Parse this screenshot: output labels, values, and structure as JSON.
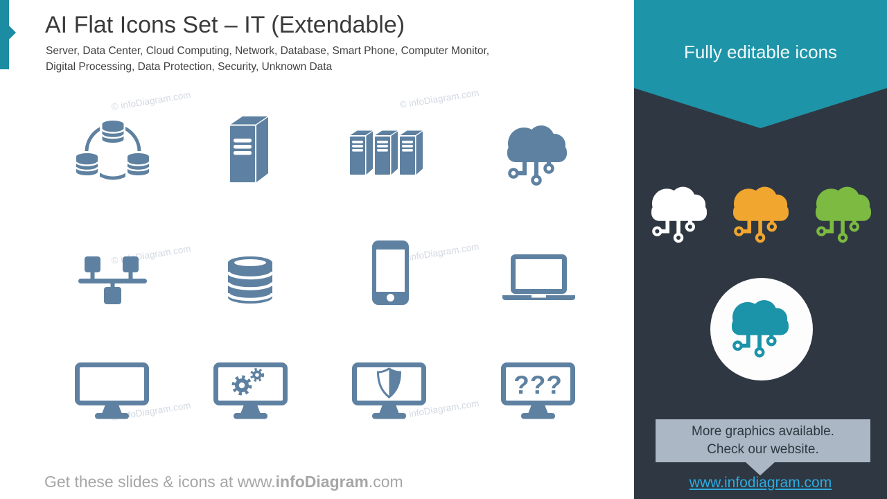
{
  "slide": {
    "title": "AI Flat Icons Set – IT (Extendable)",
    "subtitle_line1": "Server, Data Center, Cloud Computing, Network, Database, Smart Phone, Computer Monitor,",
    "subtitle_line2": "Digital Processing, Data Protection, Security, Unknown Data",
    "watermark": "© infoDiagram.com",
    "footer": {
      "prefix": "Get these slides & icons at www.",
      "brand": "infoDiagram",
      "suffix": ".com"
    }
  },
  "icon_grid": {
    "icons": [
      "database-network",
      "server-tower",
      "data-center",
      "cloud-computing",
      "network",
      "database",
      "smart-phone",
      "laptop",
      "computer-monitor",
      "digital-processing",
      "data-protection",
      "unknown-data"
    ],
    "question_marks": "???"
  },
  "sidebar": {
    "banner": "Fully editable icons",
    "clouds": [
      {
        "name": "cloud-white",
        "color": "#ffffff"
      },
      {
        "name": "cloud-orange",
        "color": "#f0a62f"
      },
      {
        "name": "cloud-green",
        "color": "#7cba41"
      }
    ],
    "featured_cloud": {
      "color": "#1b93a9"
    },
    "bubble_line1": "More graphics available.",
    "bubble_line2": "Check our website.",
    "link": "www.infodiagram.com"
  },
  "colors": {
    "icon_blue": "#5e81a1",
    "teal_banner": "#1e94a9",
    "accent_bar": "#1b8ca2",
    "panel_dark": "#2f3842",
    "bubble_gray": "#abb7c4",
    "link_blue": "#2bace2"
  }
}
